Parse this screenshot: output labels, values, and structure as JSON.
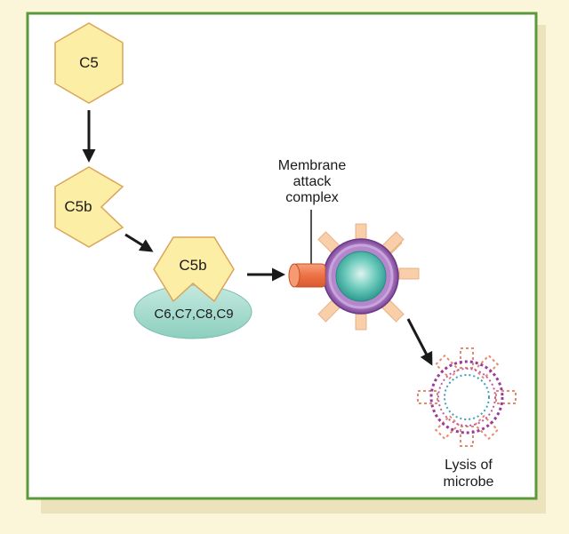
{
  "labels": {
    "c5": "C5",
    "c5b_first": "C5b",
    "c5b_complex": "C5b",
    "components": "C6,C7,C8,C9",
    "mac_line1": "Membrane",
    "mac_line2": "attack",
    "mac_line3": "complex",
    "lysis_line1": "Lysis of",
    "lysis_line2": "microbe"
  },
  "colors": {
    "page_background": "#fbf6d9",
    "panel_background": "#ffffff",
    "panel_border": "#5b9a3c",
    "shadow": "#eee6c0",
    "hexagon_fill": "#fdeea5",
    "hexagon_stroke": "#d9a55a",
    "ellipse_fill": "#a9dccf",
    "channel_fill": "#ee7a4d",
    "cell_ring": "#9a60b4",
    "cell_core": "#3aa89e",
    "spike_fill": "#f8cfa8",
    "arrow": "#1a1a1a"
  }
}
